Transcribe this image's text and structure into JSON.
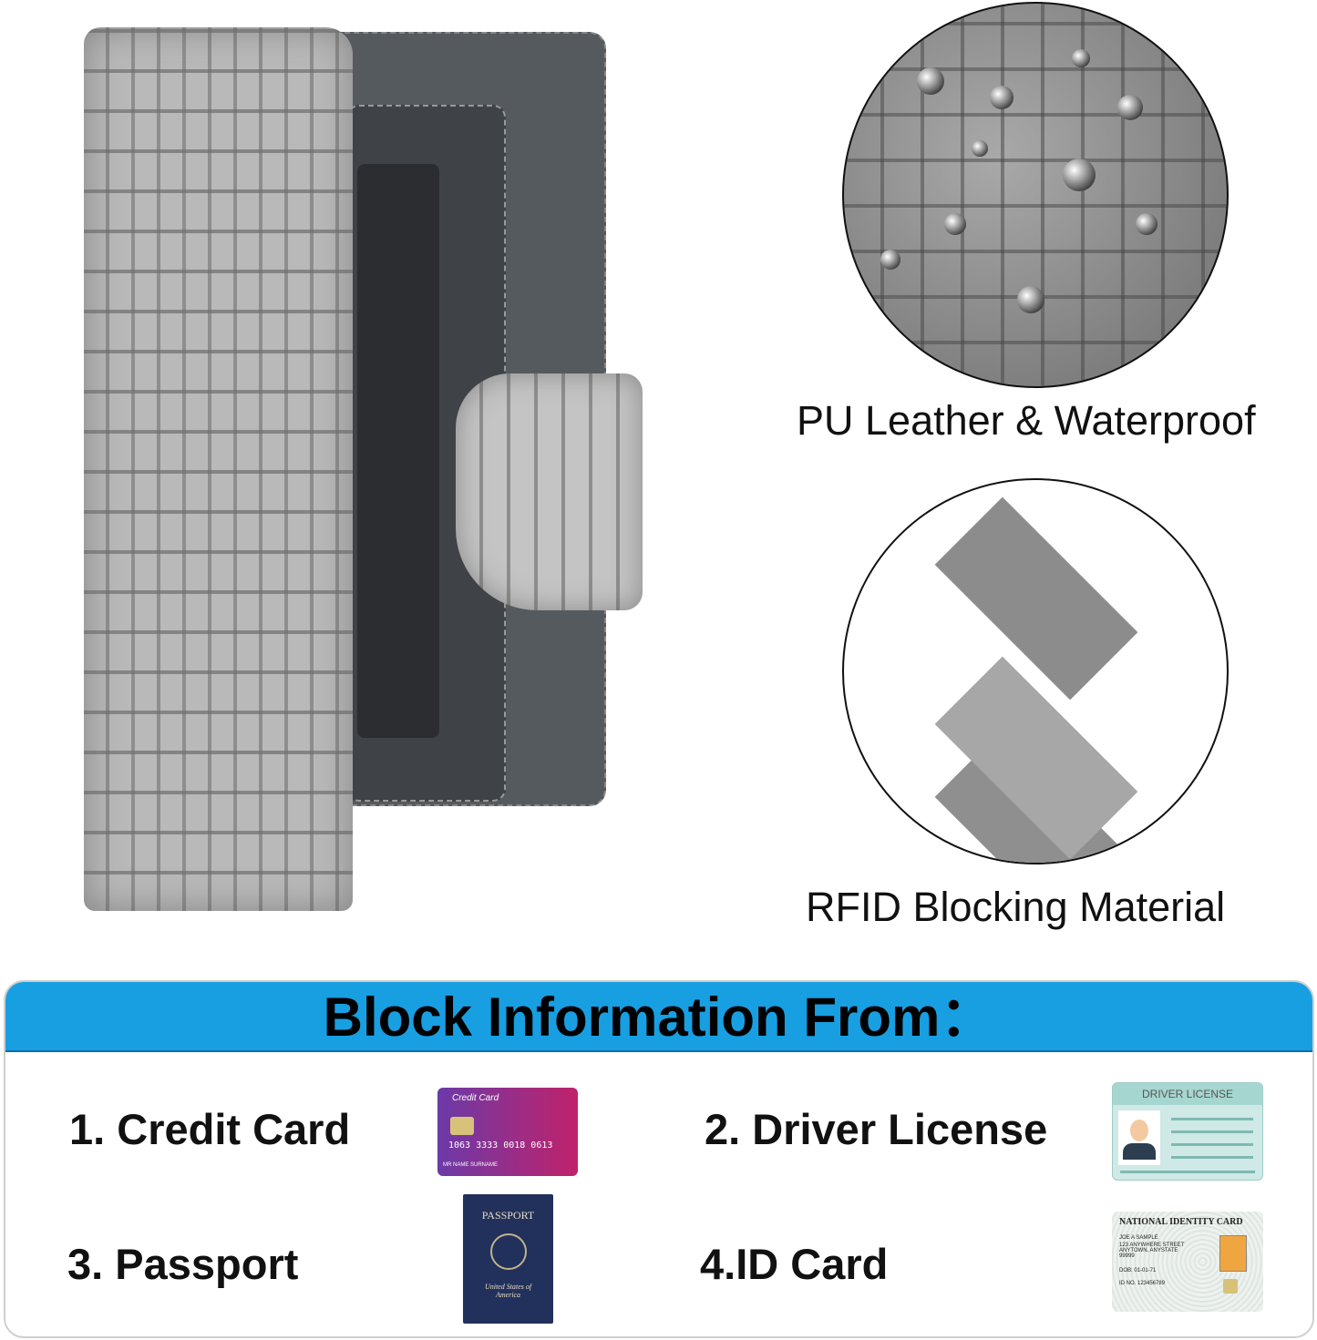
{
  "features": [
    {
      "label": "PU Leather & Waterproof"
    },
    {
      "label": "RFID Blocking Material"
    }
  ],
  "block_panel": {
    "title": "Block Information From：",
    "items": [
      {
        "label": "1. Credit Card"
      },
      {
        "label": "2. Driver License"
      },
      {
        "label": "3. Passport"
      },
      {
        "label": "4.ID Card"
      }
    ]
  },
  "thumbnails": {
    "credit_card": {
      "title": "Credit Card",
      "number": "1063 3333 0018 0613",
      "holder": "MR NAME SURNAME"
    },
    "driver_license": {
      "title": "DRIVER LICENSE"
    },
    "passport": {
      "title": "PASSPORT",
      "country": "United States of America"
    },
    "id_card": {
      "title": "NATIONAL IDENTITY CARD",
      "name": "JOE A SAMPLE",
      "address": "123 ANYWHERE STREET ANYTOWN, ANYSTATE 99999",
      "dob": "DOB: 01-01-71",
      "id_no": "ID NO. 123456789"
    }
  },
  "colors": {
    "banner": "#189fe2",
    "wallet": "#a8a8a8"
  }
}
